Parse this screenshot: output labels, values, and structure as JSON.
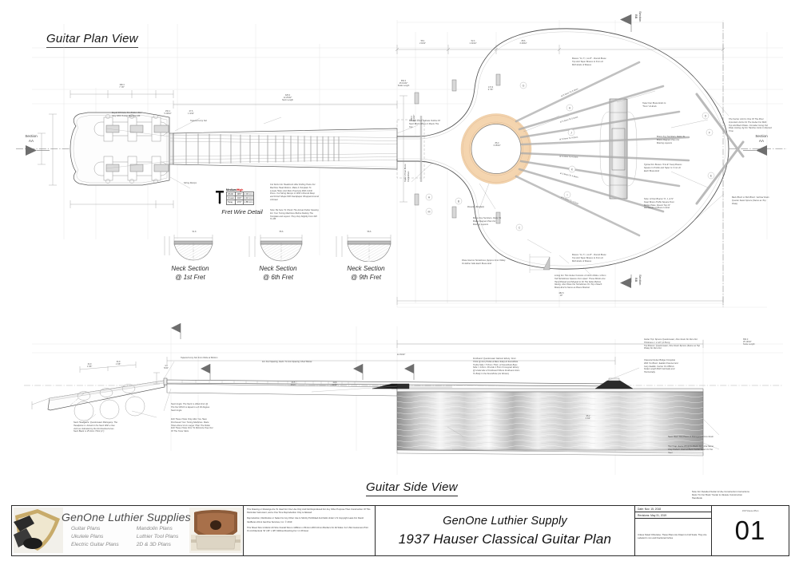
{
  "sheet": {
    "plan_view_title": "Guitar Plan View",
    "side_view_title": "Guitar Side View"
  },
  "sections": {
    "aa_left": "Section\nAA",
    "aa_right": "Section\nAA",
    "bb_top": "Section\nBB",
    "bb_bottom": "Section\nBB"
  },
  "neck_sections": [
    {
      "caption": "Neck Section\n@ 1st Fret",
      "width": "51.8",
      "width_frac": "2 1/32\"",
      "h1": "23.2",
      "h2": "19.7",
      "h3": "3.5"
    },
    {
      "caption": "Neck Section\n@ 6th Fret",
      "width": "55.6",
      "width_frac": "2 3/16\"",
      "h1": "24.2",
      "h2": "20.2",
      "h3": "4.0"
    },
    {
      "caption": "Neck Section\n@ 9th Fret",
      "width": "56.6",
      "width_frac": "2 1/4\"",
      "h1": "25.3",
      "h2": "21.3",
      "h3": "4.0"
    }
  ],
  "fret_wire": {
    "caption": "Fret Wire Detail",
    "header_medium": "Medium",
    "header_slash": "/",
    "header_high": "High",
    "rows": [
      {
        "label": "Width",
        "mm": ".080\"",
        "inch": "2.03 mm"
      },
      {
        "label": "Crown",
        "mm": ".043\"",
        "inch": "1.10 mm"
      },
      {
        "label": "Tang",
        "mm": ".073\"",
        "inch": "1.85 mm"
      }
    ]
  },
  "dimensions": {
    "neck_length": "325.0\n12 25/32\"\nNeck Length",
    "scale_length_plan": "650.0\n25 19/32\"\nScale Length",
    "headstock_overall": "198.4\n7 7/8\"",
    "body_length": "482.6\n19\"",
    "body_upper_bout": "280.0\n11 1/32\"",
    "body_waist": "235.0\n9 1/4\"",
    "body_lower_bout": "365.0\n14 3/8\"",
    "soundhole": "86.0\n3 25/32\"",
    "upper_a": "58.1\n2 9/32\"",
    "upper_b": "52.4\n1 31/32\"",
    "upper_c": "88.6\n3 29/32\"",
    "neck_joint": "174.9\n6 7/8\"",
    "rosette_pos": "150.1\n5 29/32\"",
    "nut_width": "27.6\n1 3/32\"",
    "side_scale": "650.0\n25 19/32\"\nScale Length",
    "side_fretboard": "12 29/32\"",
    "side_headstock_a": "34.9\n1 3/8\"",
    "side_headstock_b": "34.9\n1 3/8\"",
    "side_nut": "4.0\n5/32\"",
    "side_neck_a": "23.5\n15/16\"",
    "side_neck_b": "24.5\n31/32\"",
    "side_heel": "95.2\n3 3/4\""
  },
  "annotations": {
    "tuner_depth": "Depth Of Holes For Rollers Can\nVary With Tuning Machine Mfr.",
    "tapered_nut": "Tapered Ivory Nut",
    "string_ramps": "String Ramps",
    "fret_slots": "Cut Slots Into Headstock After Drilling Holes For\nMachine Head Rollers. Make A Template To\nLocate Holes And Slots Precisely With A Drill\nPress. Cut String Ramps In With A Round Rasp\nand Finish Shape With Sandpaper Wrapped Around\nA Dowel",
    "fret_template": "Note: Be Sure To Check The Actual Fretter Spacing\nFor Your Tuning Machines Before Making The\nTemplate and Layout. They Vary Slightly From Mfr\nTo Mfr",
    "dashed_neck_block": "Dashed Lines Indicate Outline Of\nNeck Block Where It Meets The\nTop",
    "rosette": "Rosette (Shaded)",
    "brace_key_left": "Brace Key Numbers, Refer To\nBrace Diagram Plan For\nBracing Layouts",
    "brace_key_right": "Brace Key Numbers, Refer To\nBrace Diagram Plan For\nBracing Layouts",
    "braces_round_top": "Braces \"G, H, I, & M\" - Round Brace\nTop And Taper Braces to 3mm At\nBoth Ends of Braces",
    "braces_round_bottom": "Braces \"G, H, I, & M\" - Round Brace\nTop And Taper Braces to 3mm At\nBoth Ends of Braces",
    "taper_fan": "Taper Fan Brace Ends to\n\"5mm\" At Ends",
    "typical_braces": "Typical For Braces \"D & E\" Keep Braces\nSquare In Profile and Taper to 3 mm At\nEach Brace End",
    "fan_braces_note": "Note: At Fan Braces \"K, J, & N\"\nKeep Brace Profile Square Over\nBridge Plate. Round Top Of\nRemainder of Brace to End",
    "tentellones": "Place Narrow Tentellones (Approx 4mm Wide)\nOn Either Side Each Brace End",
    "lining": "Lining For This Guitar Consists of 12mm Wide x 13mm\nTall Tentellones Spaces 4mm Apart. These Blocks Are\nHand Placed and Shaped to Fit The Sides Before\nGluing. Also Place the Tentellones On Top of Each\nBrace End to Serve as Brace Bracket",
    "center_joint": "The Center Joint Is One Of The Most\nImportant Joints On The Guitar For Both\nTop And Back Plates. Consider Using Our\nPlate Joining Jig For Hairline Joints In Record\nTime",
    "back_block": "Back Block or Butt Block. Vertical Grain\nQuarter Sawn Spruce (Same as Top\nPlate)",
    "taper_fan_left": "Taper of Fan Brace\nCenterlines",
    "brace_w1": "at 5.0mm To 5.0mm",
    "brace_w2": "at 5.0mm To 5.0mm",
    "brace_w3": "at 5.0mm To 4.0mm",
    "brace_w4": "at 5.0mm To 4.0mm",
    "brace_w5": "at 5.0mm To 4.0mm",
    "brace_w6": "at 5.0mm To 4.0mm",
    "side_neck_angle": "Neck Angle: The Neck is Lifted 2mm @\nThe Nut Which is Equal to a 0.36 Degree\nNeck Angle",
    "side_drill": "Drill These Holes Only After You Have\nPurchased Your Tuning Machines. Make\nHoles About 1mm Larger Than The Roller\nDrill These Holes Prior To Minimize Tear-Out\nOf The Tuner Slots",
    "side_headplate": "Neck Headpiece: Quartersawn Mahogany. The\nHeadpiece is Joined to the Neck With a Vee\nJoint as Indicated by the Dot Dashed Lines\nNeck Blank is 25.4mm Thick (1\")",
    "side_tapered_nut": "Tapered Ivory Nut 4mm Wide at Bottom",
    "side_fret_spacing": "For Fret Spacing, Refer To Fret Spacing Chart Below",
    "side_fretboard_note": "Fretboard: Quartersawn Gaboon Ebony .6mm\nThick @ Nut (Treble & Bass Side) At Soundhole\nTreble Side = 5.0mm Thick. At Soundhole Bass\nSide = 4.0mm. Provide 1.5mm Crossgrain Ebony\n@ Underside of Fretboard Where Fretboard Joins\nTo Body In the Soundhole (As Shown)",
    "side_bridge": "Classical Guitar Bridge Complete\nWith Tie Block, Saddle Channel And\nIvory Saddle. Center On 650mm\nScale Length Both Vertically and\nHorizontally",
    "side_top": "Guitar Top: Spruce Quartersawn, Fine Grain No Run-Out\nThickness = 2 1/2\" (2.5mm)\nTop Braces: Quartersawn, Fine Grain Spruce (Same as Top\nPlate) No Run-Out",
    "side_heel_note": "Neck Heel: One Piece of Mahogany Cross Grain",
    "side_heel_cap": "Heel Cap: Same Wood As Back. Also Use Same\nInlay Pattern Used at Back Center Seam for the\nHeel"
  },
  "brace_keys": [
    "A",
    "B",
    "C",
    "D",
    "E",
    "F",
    "G",
    "H",
    "I",
    "J",
    "K",
    "L",
    "M",
    "N"
  ],
  "title_block": {
    "logo_name": "GenOne Luthier Supplies",
    "logo_services_col1": [
      "Guitar Plans",
      "Ukulele Plans",
      "Electric Guitar Plans"
    ],
    "logo_services_col2": [
      "Mandolin Plans",
      "Luthier Tool Plans",
      "2D & 3D Plans"
    ],
    "legal": [
      "This Drawing or Drawings Are To Used For One Use Only And Not Reproduced For Any Other Purpose Than Construction Of This Particular Instrument, and a One Time Reproduction Only is Allowed",
      "Reproduction, Distribution or Sales For Any Other Use Is Strictly Prohibited And Falls Under U.S Copyright Laws For David VanBuren AIA & GenOne Services, Inc.  © 2019",
      "This Sheet Size Is Metric A0 Size Overall Size is 1189mm x 841mm With 10mm Borders On All Sides. For USA Customers Print On Architectural \"E\" (36\" x 48\") Without Resizing For 1:1 Printout"
    ],
    "company": "GenOne Luthier Supply",
    "plan_title": "1937 Hauser Classical Guitar Plan",
    "date_label": "Date: Nov. 15, 2018",
    "revisions_label": "Revisions: May 31, 2019",
    "scale_note": "Unless Noted Otherwise, These Plans Are Drawn to Full Scale. They Are Labeled in mm and Fractional Inches",
    "sheet_code": "1937HauserPlan",
    "sheet_number": "01",
    "top_note": "Note For Detailed Guitar & Uke Construction Instructions\nRefer To Our Book \"Guitar & Ukulele Construction\nHandbook"
  },
  "colors": {
    "rosette": "#f7dcbb",
    "line": "#8d8d8d",
    "line_dark": "#4a4a4a",
    "accent_red": "#cc0000",
    "section_tri": "#6e6e6e"
  }
}
